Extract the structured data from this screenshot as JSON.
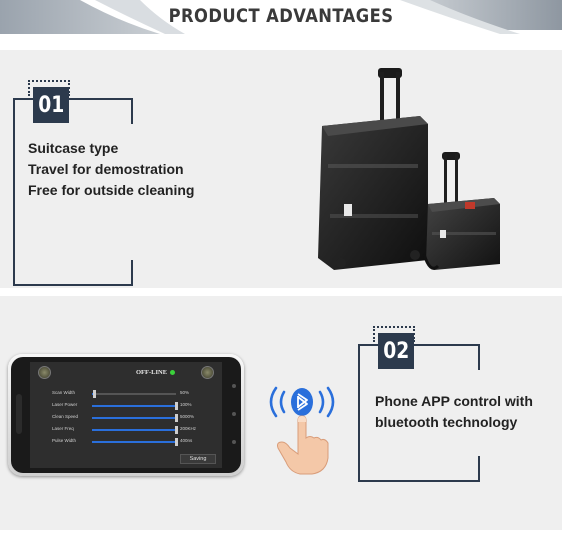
{
  "header": {
    "title": "PRODUCT ADVANTAGES"
  },
  "sections": [
    {
      "number": "01",
      "lines": [
        "Suitcase type",
        "Travel for demostration",
        "Free for outside cleaning"
      ]
    },
    {
      "number": "02",
      "lines": [
        "Phone APP control with",
        "bluetooth technology"
      ]
    }
  ],
  "app_screen": {
    "status": "OFF-LINE",
    "status_color": "#3bd13b",
    "save_label": "Saving",
    "sliders": [
      {
        "label": "Scan Width",
        "value_text": "50%",
        "fill": 0.02
      },
      {
        "label": "Laser Power",
        "value_text": "100%",
        "fill": 1.0
      },
      {
        "label": "Clean Speed",
        "value_text": "5000%",
        "fill": 1.0
      },
      {
        "label": "Laser Freq",
        "value_text": "200KHz",
        "fill": 1.0
      },
      {
        "label": "Pulse Width",
        "value_text": "400ns",
        "fill": 1.0
      }
    ]
  },
  "colors": {
    "navy": "#2c3a4d",
    "panel_bg": "#efefef",
    "slider_blue": "#2a6fdb",
    "bluetooth_blue": "#2a6fdb"
  },
  "icons": [
    "suitcase-product-image",
    "phone-image",
    "bluetooth-icon",
    "hand-tap-icon"
  ]
}
